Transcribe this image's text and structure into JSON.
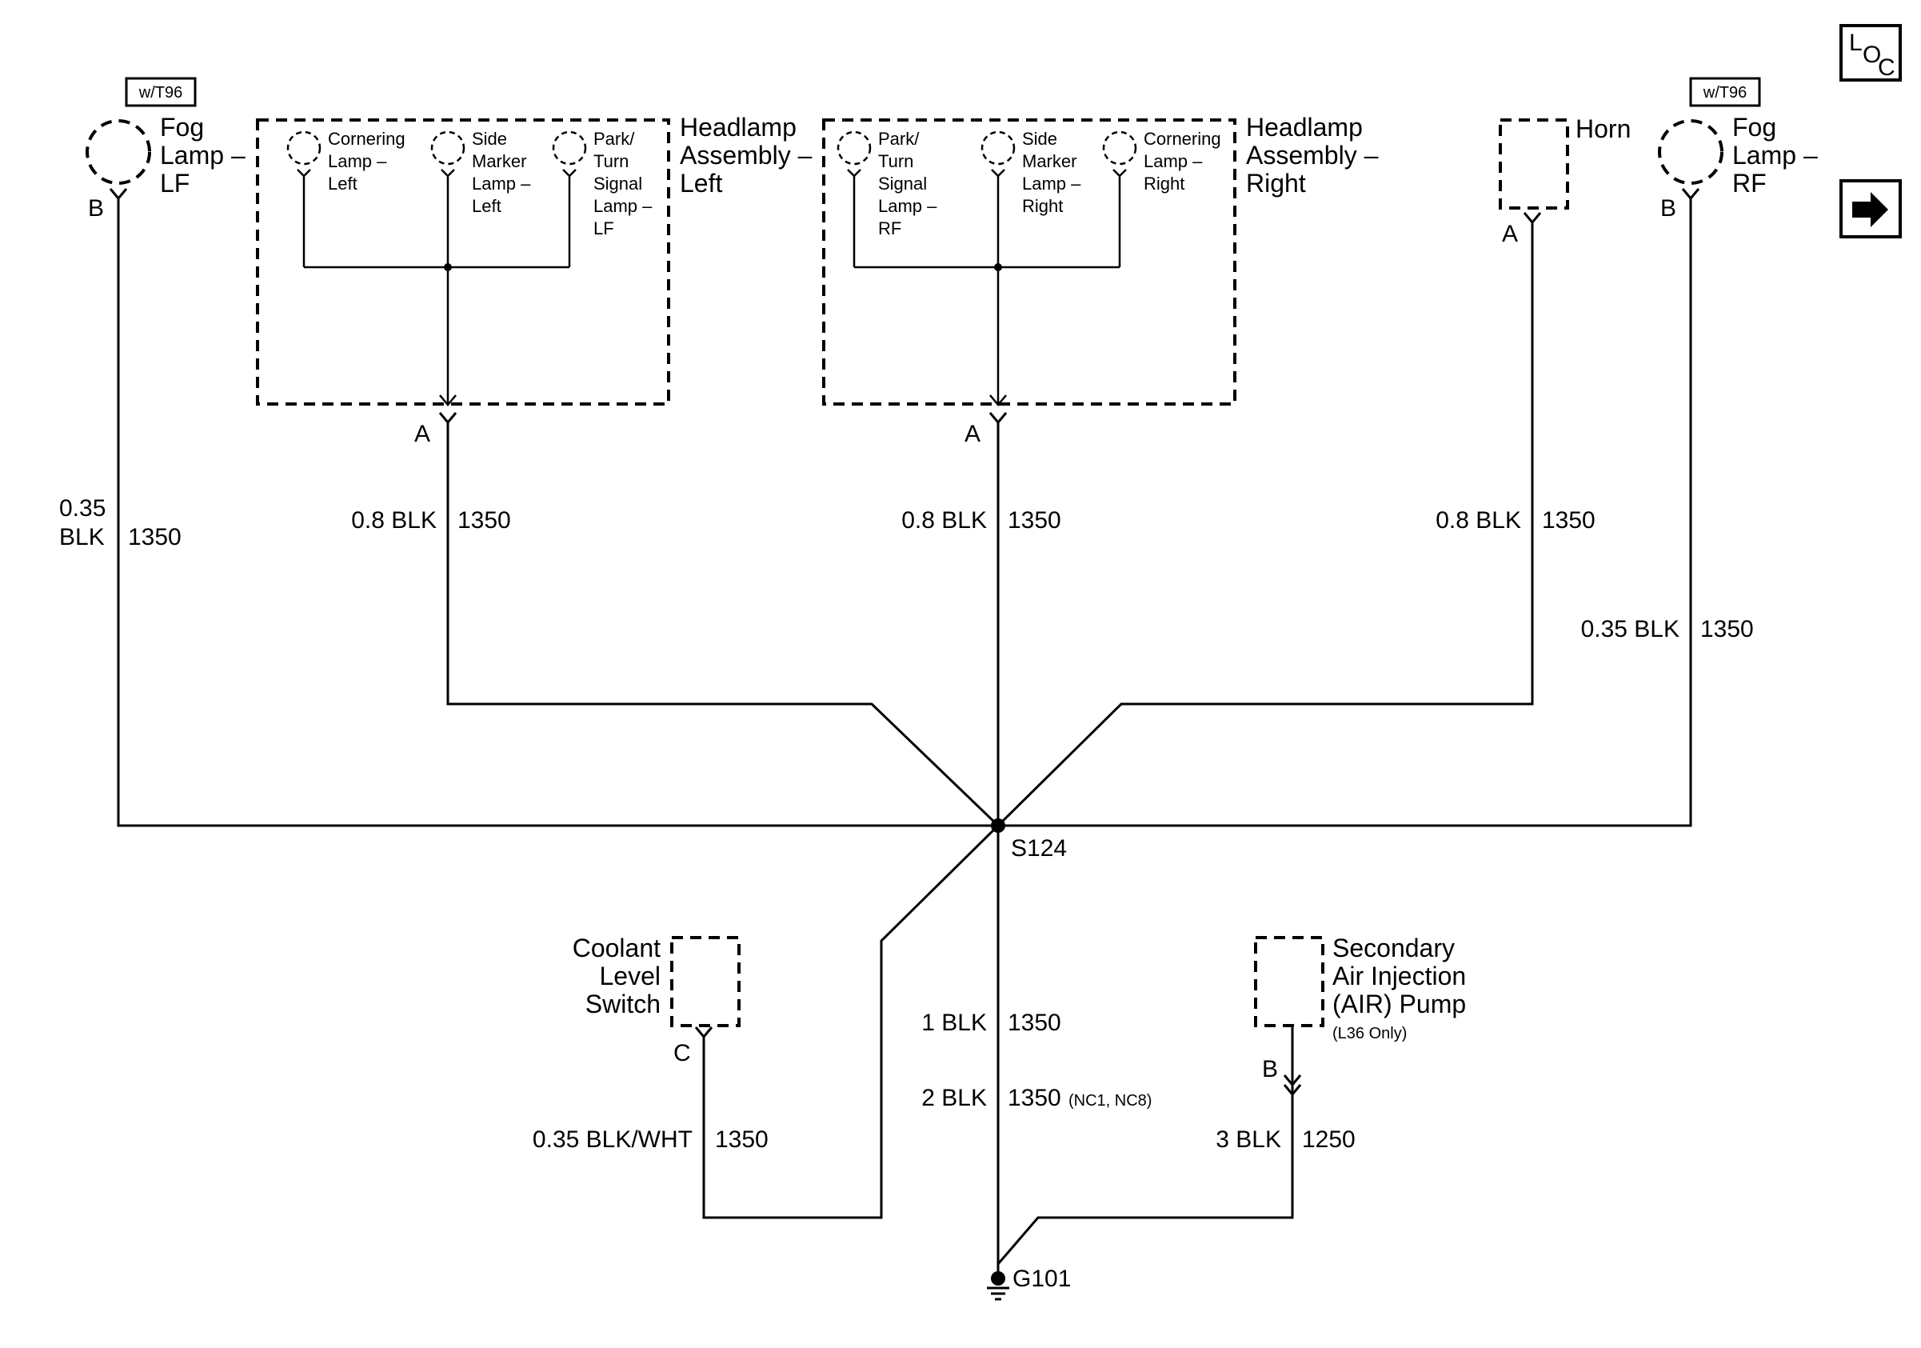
{
  "nav": {
    "loc_button": "LOC",
    "next_button": "next"
  },
  "options": {
    "fog_lf": "w/T96",
    "fog_rf": "w/T96"
  },
  "components": {
    "fog_lf": [
      "Fog",
      "Lamp –",
      "LF"
    ],
    "fog_rf": [
      "Fog",
      "Lamp –",
      "RF"
    ],
    "cornering_left": [
      "Cornering",
      "Lamp –",
      "Left"
    ],
    "side_marker_left": [
      "Side",
      "Marker",
      "Lamp –",
      "Left"
    ],
    "park_turn_lf": [
      "Park/",
      "Turn",
      "Signal",
      "Lamp –",
      "LF"
    ],
    "headlamp_left": [
      "Headlamp",
      "Assembly –",
      "Left"
    ],
    "park_turn_rf": [
      "Park/",
      "Turn",
      "Signal",
      "Lamp –",
      "RF"
    ],
    "side_marker_right": [
      "Side",
      "Marker",
      "Lamp –",
      "Right"
    ],
    "cornering_right": [
      "Cornering",
      "Lamp –",
      "Right"
    ],
    "headlamp_right": [
      "Headlamp",
      "Assembly –",
      "Right"
    ],
    "horn": "Horn",
    "coolant": [
      "Coolant",
      "Level",
      "Switch"
    ],
    "air_pump": [
      "Secondary",
      "Air Injection",
      "(AIR) Pump"
    ],
    "air_pump_note": "(L36 Only)"
  },
  "pins": {
    "fog_lf": "B",
    "headlamp_left": "A",
    "headlamp_right": "A",
    "horn": "A",
    "fog_rf": "B",
    "coolant": "C",
    "air_pump": "B"
  },
  "wires": {
    "fog_lf": {
      "size": [
        "0.35",
        "BLK"
      ],
      "circuit": "1350"
    },
    "headlamp_left": {
      "size": "0.8 BLK",
      "circuit": "1350"
    },
    "headlamp_right": {
      "size": "0.8 BLK",
      "circuit": "1350"
    },
    "horn": {
      "size": "0.8 BLK",
      "circuit": "1350"
    },
    "fog_rf": {
      "size": "0.35 BLK",
      "circuit": "1350"
    },
    "coolant": {
      "size": "0.35 BLK/WHT",
      "circuit": "1350"
    },
    "ground_a": {
      "size": "1 BLK",
      "circuit": "1350"
    },
    "ground_b": {
      "size": "2 BLK",
      "circuit": "1350",
      "note": "(NC1, NC8)"
    },
    "air_pump": {
      "size": "3 BLK",
      "circuit": "1250"
    }
  },
  "splice": "S124",
  "ground": "G101"
}
